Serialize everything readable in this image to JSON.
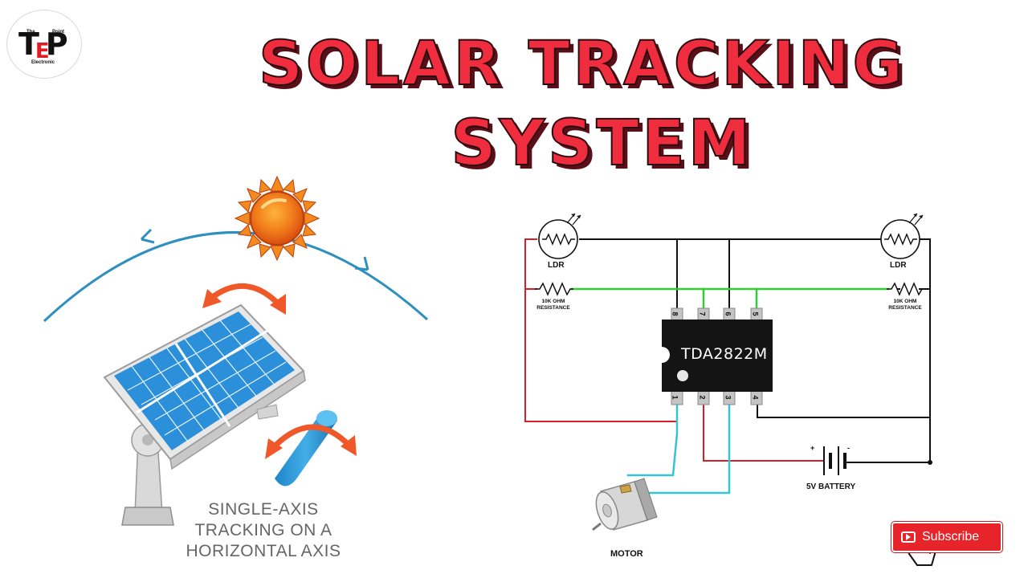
{
  "logo": {
    "mark_left": "T",
    "mark_mid": "E",
    "mark_right": "P",
    "word_top_left": "The",
    "word_top_right": "Point",
    "word_bottom": "Electronic"
  },
  "title": {
    "line1": "SOLAR TRACKING",
    "line2": "SYSTEM"
  },
  "illustration": {
    "caption_lines": [
      "SINGLE-AXIS",
      "TRACKING ON A",
      "HORIZONTAL AXIS"
    ]
  },
  "circuit": {
    "ic_label": "TDA2822M",
    "pins_top": [
      "8",
      "7",
      "6",
      "5"
    ],
    "pins_bottom": [
      "1",
      "2",
      "3",
      "4"
    ],
    "ldr_left": "LDR",
    "ldr_right": "LDR",
    "res_left_line1": "10K OHM",
    "res_left_line2": "RESISTANCE",
    "res_right_line1": "10K OHM",
    "res_right_line2": "RESISTANCE",
    "battery_label": "5V BATTERY",
    "battery_plus": "+",
    "battery_minus": "-",
    "motor_label": "MOTOR",
    "wire_colors": {
      "black": "#111111",
      "red": "#d42026",
      "green": "#33cc33",
      "cyan": "#35c4d6"
    }
  },
  "subscribe": {
    "label": "Subscribe",
    "color": "#e8242b"
  }
}
